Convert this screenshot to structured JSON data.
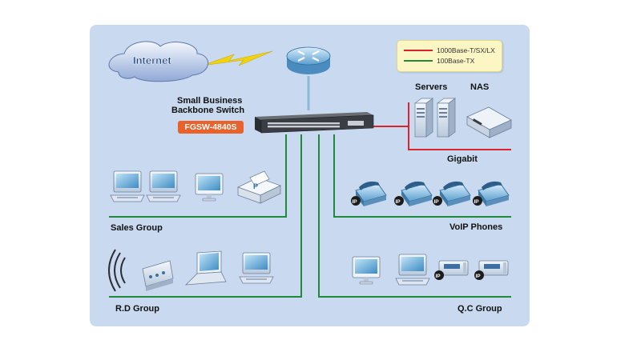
{
  "diagram": {
    "nodes": {
      "internet": "Internet",
      "switch_title_line1": "Small Business",
      "switch_title_line2": "Backbone Switch",
      "switch_model": "FGSW-4840S",
      "servers": "Servers",
      "nas": "NAS",
      "gigabit": "Gigabit",
      "sales_group": "Sales Group",
      "voip_phones": "VoIP Phones",
      "rd_group": "R.D Group",
      "qc_group": "Q.C Group",
      "ip_tag": "IP",
      "printer_tag": "P"
    },
    "legend": [
      {
        "label": "1000Base-T/SX/LX",
        "color": "#d9232d"
      },
      {
        "label": "100Base-TX",
        "color": "#1f8a3a"
      }
    ],
    "colors": {
      "panel": "#c9daf0",
      "gigabit_link": "#d9232d",
      "fast_link": "#1f8a3a",
      "uplink": "#8fb8d8",
      "badge": "#e8622a"
    }
  }
}
